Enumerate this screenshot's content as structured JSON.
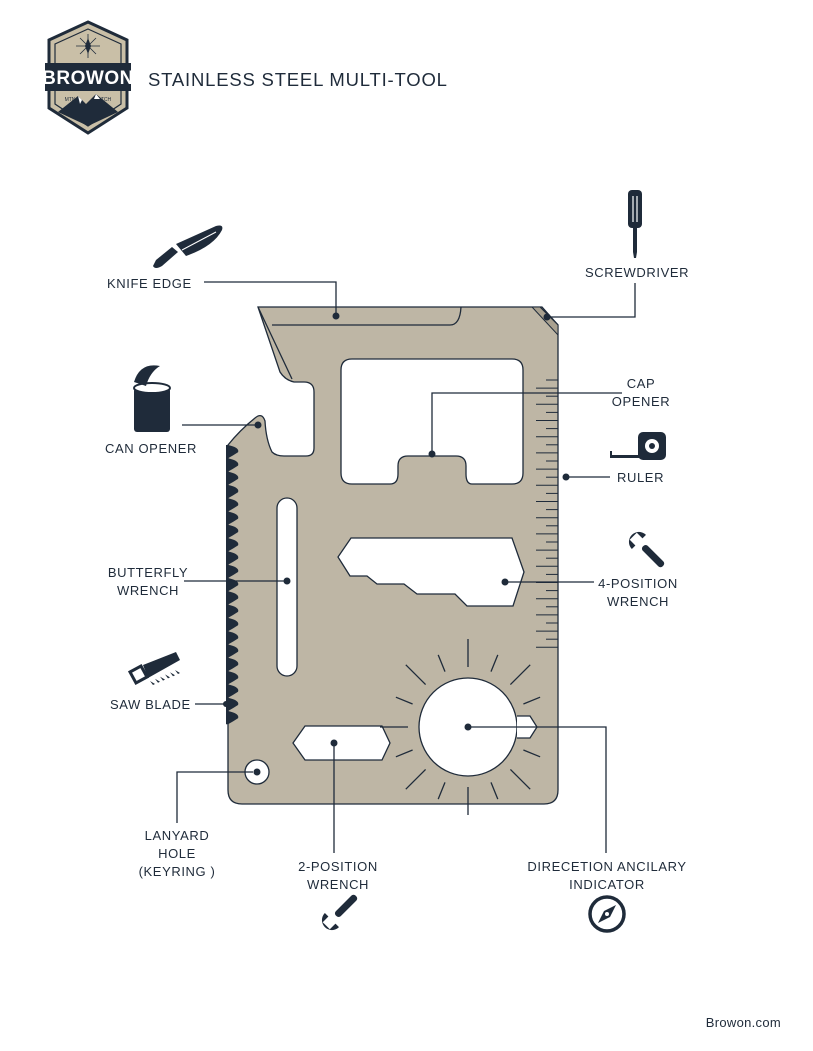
{
  "brand": {
    "name": "BROWON",
    "sub_left": "MTN",
    "sub_right": "TCH"
  },
  "title": "STAINLESS STEEL MULTI-TOOL",
  "colors": {
    "card": "#beb6a5",
    "ink": "#1f2b3a",
    "badge_bg": "#c9bfa7"
  },
  "callouts": {
    "knife_edge": "KNIFE EDGE",
    "screwdriver": "SCREWDRIVER",
    "cap_opener": [
      "CAP",
      "OPENER"
    ],
    "can_opener": "CAN OPENER",
    "ruler": "RULER",
    "butterfly_wrench": [
      "BUTTERFLY",
      "WRENCH"
    ],
    "four_position_wrench": [
      "4-POSITION",
      "WRENCH"
    ],
    "saw_blade": "SAW BLADE",
    "lanyard_hole": [
      "LANYARD",
      "HOLE",
      "(KEYRING )"
    ],
    "two_position_wrench": [
      "2-POSITION",
      "WRENCH"
    ],
    "direction_indicator": [
      "DIRECETION ANCILARY",
      "INDICATOR"
    ]
  },
  "icons": [
    "knife-icon",
    "screwdriver-icon",
    "can-icon",
    "tape-measure-icon",
    "wrench-icon",
    "saw-icon",
    "compass-icon"
  ],
  "footer": "Browon.com"
}
